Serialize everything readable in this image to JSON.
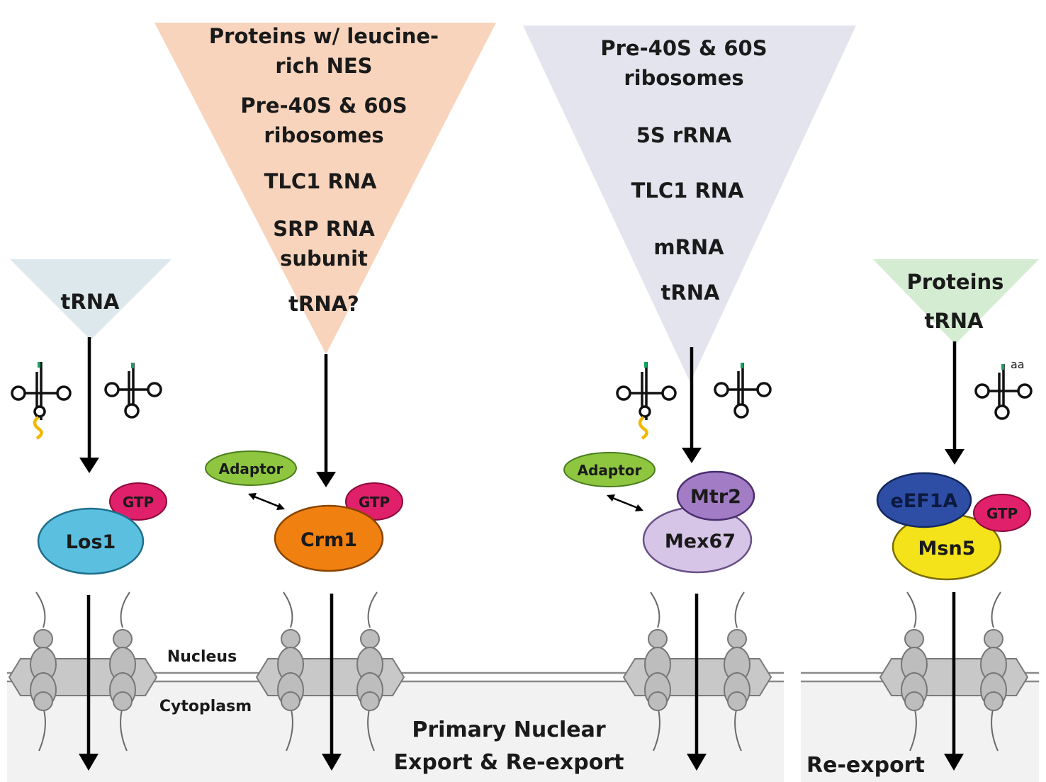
{
  "panels": {
    "los1": {
      "cargo": [
        "tRNA"
      ],
      "receptor": "Los1",
      "gtp": "GTP",
      "colors": {
        "funnel": "#dde8ec",
        "receptor": "#5bbfe0",
        "gtp": "#e0206a"
      }
    },
    "crm1": {
      "cargo": [
        "Proteins w/ leucine-",
        "rich NES",
        "Pre-40S & 60S",
        "ribosomes",
        "TLC1 RNA",
        "SRP RNA",
        "subunit",
        "tRNA?"
      ],
      "receptor": "Crm1",
      "gtp": "GTP",
      "adaptor": "Adaptor",
      "colors": {
        "funnel": "#f8d4bd",
        "receptor": "#f08010",
        "gtp": "#e0206a",
        "adaptor": "#8ec640"
      }
    },
    "mex67": {
      "cargo": [
        "Pre-40S & 60S",
        "ribosomes",
        "5S rRNA",
        "TLC1 RNA",
        "mRNA",
        "tRNA"
      ],
      "receptor": "Mex67",
      "partner": "Mtr2",
      "adaptor": "Adaptor",
      "colors": {
        "funnel": "#e4e4ee",
        "receptor": "#d6c5e6",
        "partner": "#a27cc4",
        "adaptor": "#8ec640"
      }
    },
    "msn5": {
      "cargo": [
        "Proteins",
        "tRNA"
      ],
      "receptor": "Msn5",
      "partner": "eEF1A",
      "gtp": "GTP",
      "aa_label": "aa",
      "colors": {
        "funnel": "#d4ecd2",
        "receptor": "#f4e21a",
        "partner": "#2e4ea6",
        "gtp": "#e0206a"
      }
    }
  },
  "compartments": {
    "nucleus": "Nucleus",
    "cytoplasm": "Cytoplasm",
    "colors": {
      "cytoplasm": "#f2f2f2",
      "membrane": "#8a8a8a"
    }
  },
  "captions": {
    "primary_line1": "Primary Nuclear",
    "primary_line2": "Export & Re-export",
    "reexport": "Re-export"
  }
}
